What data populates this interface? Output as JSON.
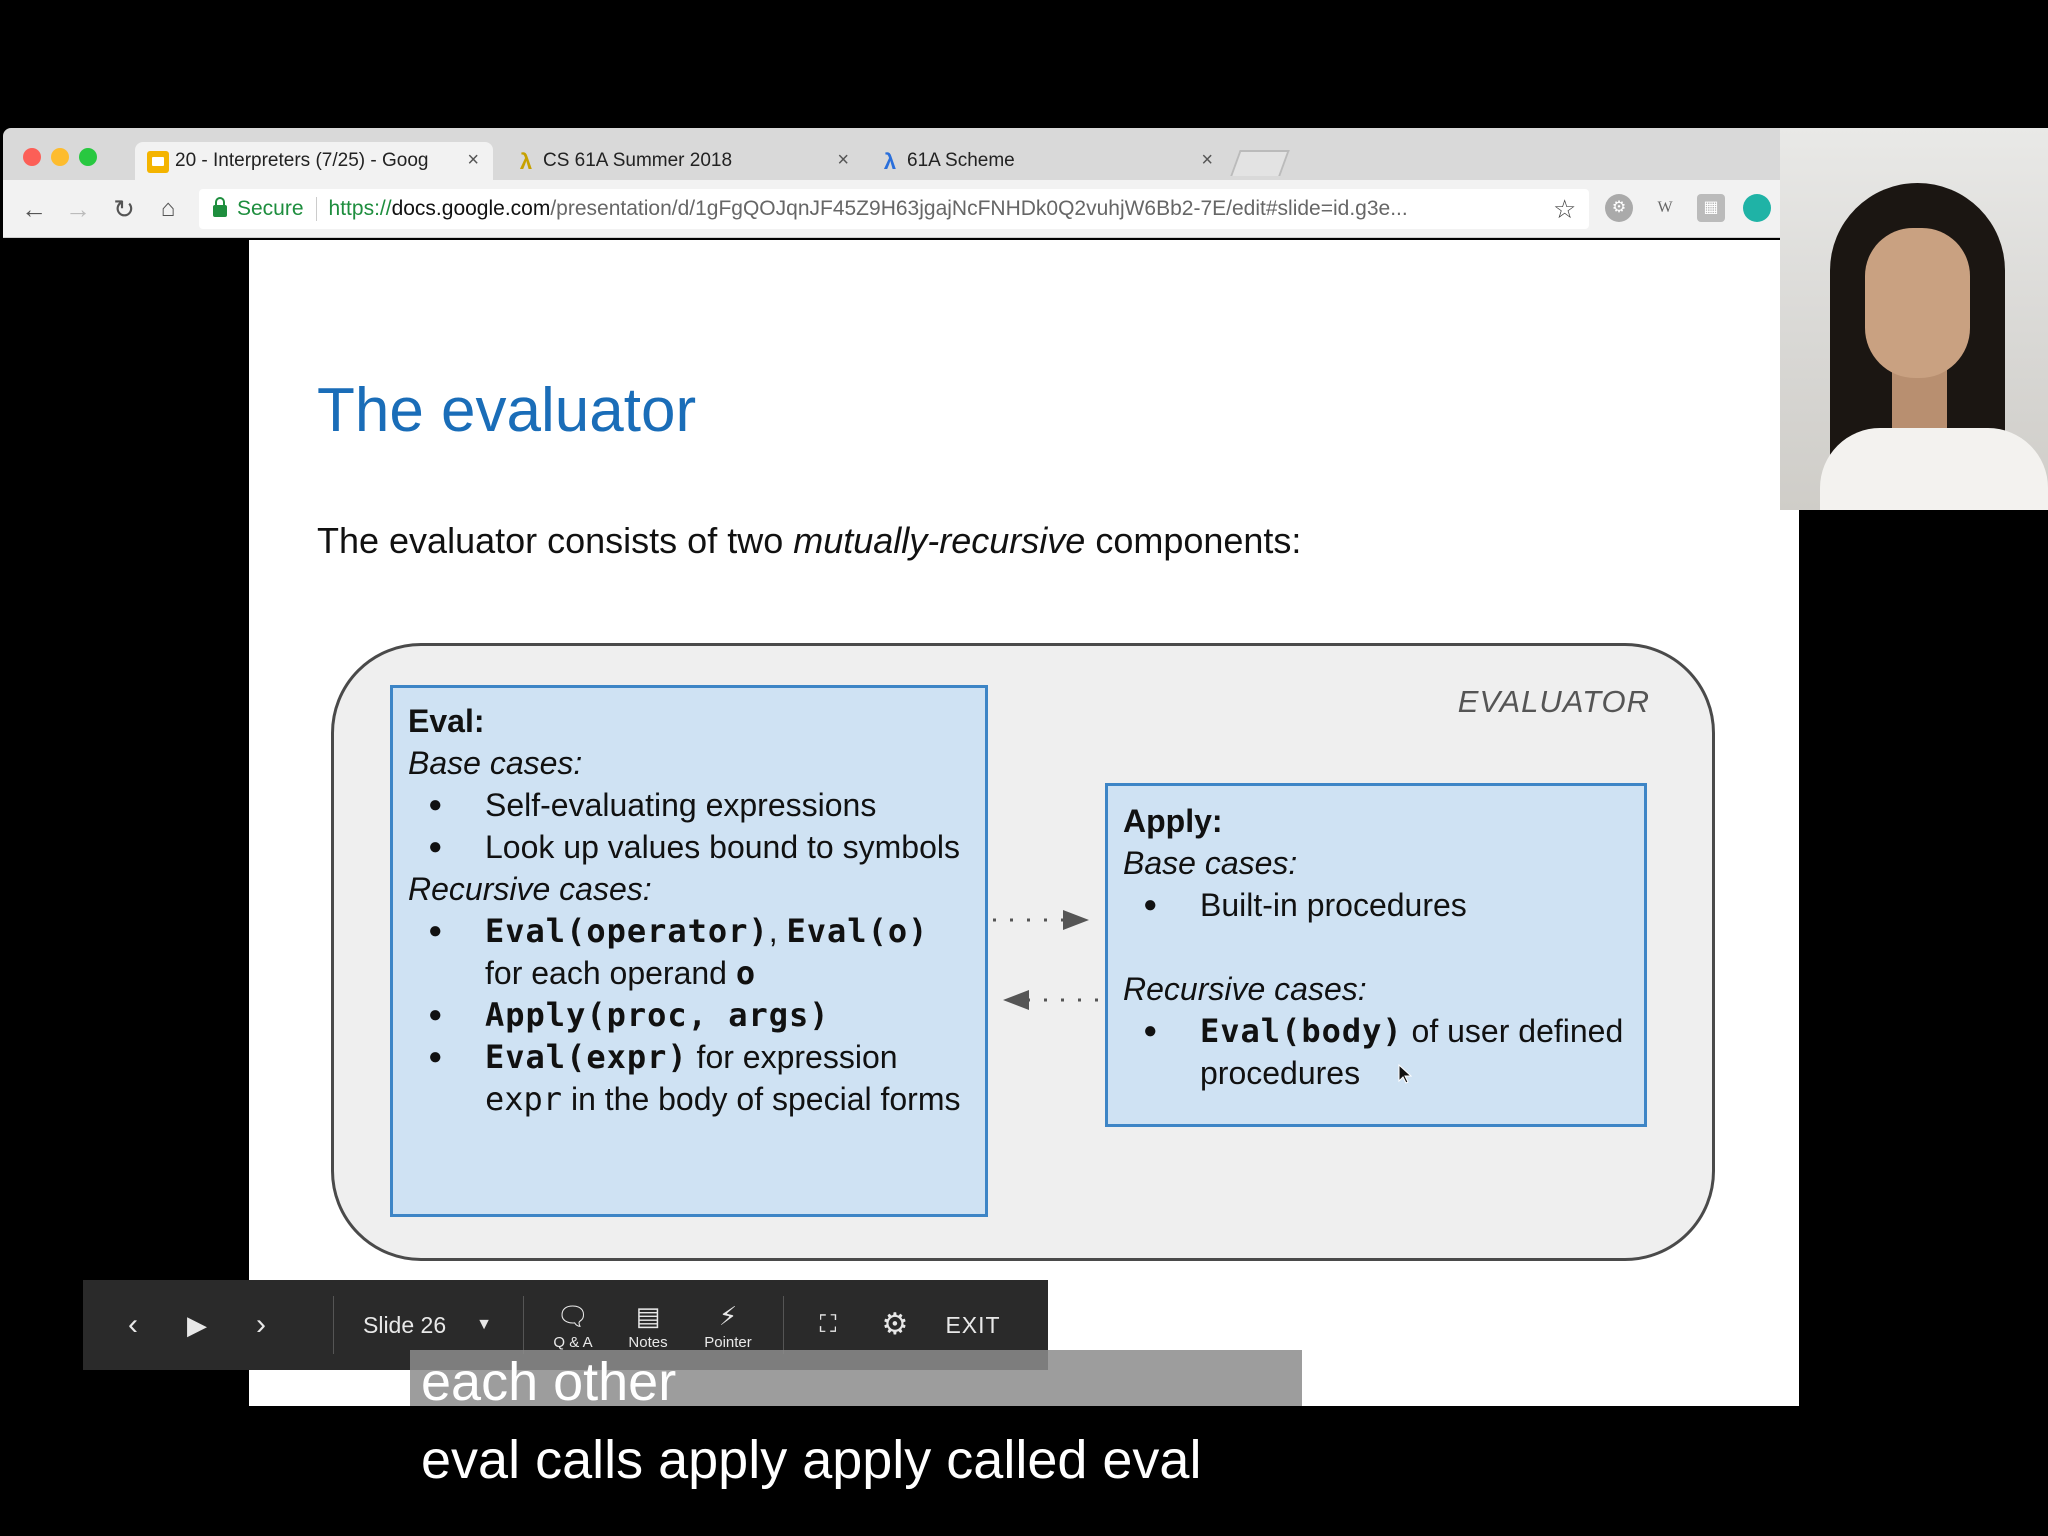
{
  "browser": {
    "tabs": [
      {
        "label": "20 - Interpreters (7/25) - Goog",
        "icon": "google-slides-icon",
        "active": true
      },
      {
        "label": "CS 61A Summer 2018",
        "icon": "lambda-icon",
        "active": false
      },
      {
        "label": "61A Scheme",
        "icon": "lambda-icon",
        "active": false
      }
    ],
    "tab_close": "×",
    "secure_label": "Secure",
    "url": {
      "proto": "https://",
      "host": "docs.google.com",
      "path": "/presentation/d/1gFgQOJqnJF45Z9H63jgajNcFNHDk0Q2vuhjW6Bb2-7E/edit#slide=id.g3e..."
    },
    "extensions": [
      "settings-extension-icon",
      "wikipedia-extension-icon",
      "grid-extension-icon",
      "profile-extension-icon"
    ],
    "ext_w": "W"
  },
  "slide": {
    "title": "The evaluator",
    "intro_before": "The evaluator consists of two ",
    "intro_emph": "mutually-recursive",
    "intro_after": " components:",
    "evaluator_label": "EVALUATOR",
    "eval": {
      "heading": "Eval:",
      "base_label": "Base cases:",
      "base_items": [
        "Self-evaluating expressions",
        "Look up values bound to symbols"
      ],
      "recursive_label": "Recursive cases:",
      "rec1_code_a": "Eval(operator)",
      "rec1_sep": ", ",
      "rec1_code_b": "Eval(o)",
      "rec1_text": " for each operand ",
      "rec1_code_c": "o",
      "rec2_code": "Apply(proc, args)",
      "rec3_code": "Eval(expr)",
      "rec3_text_a": " for expression ",
      "rec3_code_b": "expr",
      "rec3_text_b": " in the body of special forms"
    },
    "apply": {
      "heading": "Apply:",
      "base_label": "Base cases:",
      "base_items": [
        "Built-in procedures"
      ],
      "recursive_label": "Recursive cases:",
      "rec_code": "Eval(body)",
      "rec_text": " of user defined procedures"
    }
  },
  "presenter_bar": {
    "slide_label": "Slide 26",
    "qa_label": "Q & A",
    "notes_label": "Notes",
    "pointer_label": "Pointer",
    "exit_label": "EXIT"
  },
  "captions": {
    "line1": "each other",
    "line2": "eval calls apply apply called eval"
  },
  "colors": {
    "title_blue": "#1a6db8",
    "box_fill": "#cfe2f3",
    "box_border": "#3d85c6",
    "secure_green": "#1e8e3e"
  }
}
